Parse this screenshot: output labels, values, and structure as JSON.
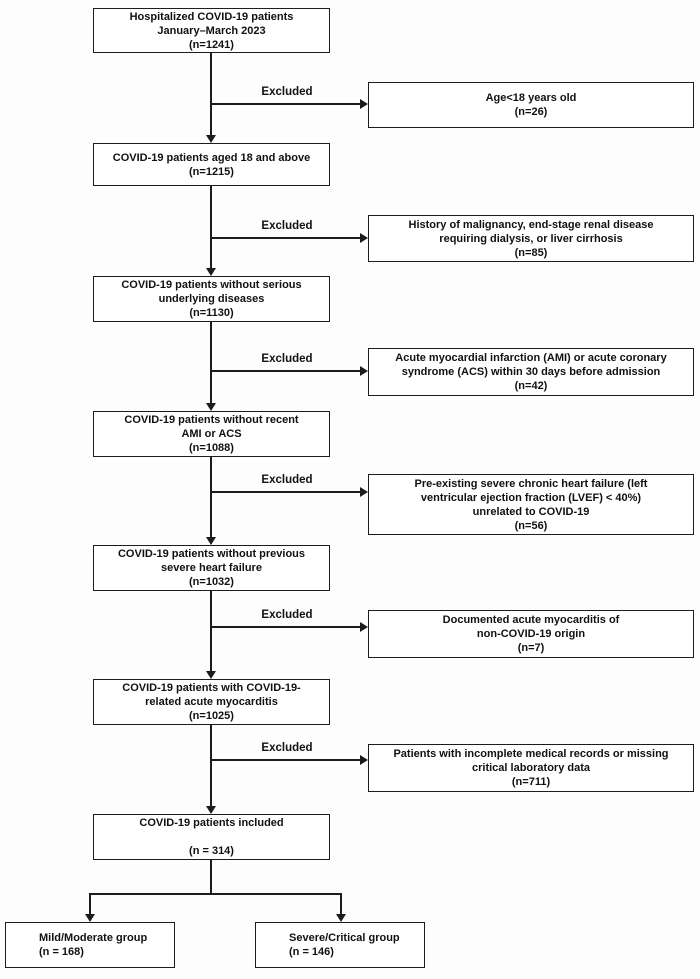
{
  "diagram": {
    "excluded_label": "Excluded",
    "main": [
      {
        "lines": [
          "Hospitalized COVID-19 patients",
          "January–March 2023",
          "(n=1241)"
        ]
      },
      {
        "lines": [
          "COVID-19 patients aged 18 and above",
          "(n=1215)"
        ]
      },
      {
        "lines": [
          "COVID-19 patients without serious",
          "underlying diseases",
          "(n=1130)"
        ]
      },
      {
        "lines": [
          "COVID-19 patients without recent",
          "AMI or ACS",
          "(n=1088)"
        ]
      },
      {
        "lines": [
          "COVID-19 patients without previous",
          "severe heart failure",
          "(n=1032)"
        ]
      },
      {
        "lines": [
          "COVID-19 patients with COVID-19-",
          "related acute myocarditis",
          "(n=1025)"
        ]
      },
      {
        "lines": [
          "COVID-19 patients included",
          "",
          "(n = 314)"
        ]
      }
    ],
    "exclusions": [
      {
        "lines": [
          "Age<18 years old",
          "(n=26)"
        ]
      },
      {
        "lines": [
          "History of malignancy, end-stage renal disease",
          "requiring dialysis, or liver cirrhosis",
          "(n=85)"
        ]
      },
      {
        "lines": [
          "Acute myocardial infarction (AMI) or acute coronary",
          "syndrome (ACS) within 30 days before admission",
          "(n=42)"
        ]
      },
      {
        "lines": [
          "Pre-existing severe chronic heart failure (left",
          "ventricular ejection fraction (LVEF) < 40%)",
          "unrelated to COVID-19",
          "(n=56)"
        ]
      },
      {
        "lines": [
          "Documented acute myocarditis of",
          "non-COVID-19 origin",
          "(n=7)"
        ]
      },
      {
        "lines": [
          "Patients with incomplete medical records or missing",
          "critical laboratory data",
          "(n=711)"
        ]
      }
    ],
    "outcomes": [
      {
        "lines": [
          "Mild/Moderate group",
          "(n = 168)"
        ]
      },
      {
        "lines": [
          "Severe/Critical group",
          "(n = 146)"
        ]
      }
    ]
  },
  "colors": {
    "line": "#1c1c1c",
    "box_border": "#1c1c1c",
    "background": "#ffffff",
    "text": "#111111"
  }
}
